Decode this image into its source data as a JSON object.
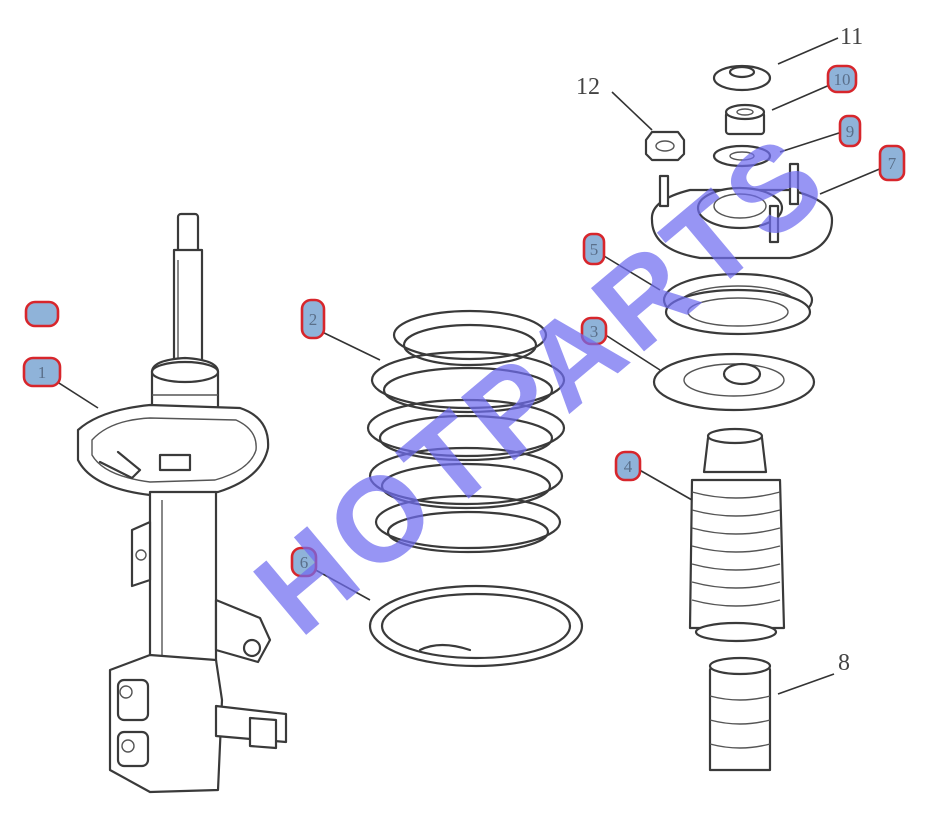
{
  "labels": {
    "l11": "11",
    "l12": "12",
    "l8": "8",
    "tag10": "10",
    "tag9": "9",
    "tag7": "7",
    "tag5": "5",
    "tag3": "3",
    "tag2": "2",
    "tag1": "1",
    "tag6": "6",
    "tag4": "4",
    "tagblank": ""
  },
  "watermark": "HOTPARTS",
  "colors": {
    "tag_fill": "#8fb3d9",
    "tag_border": "#d7262c",
    "watermark": "#6f6cf0",
    "line": "#3a3a3a"
  }
}
